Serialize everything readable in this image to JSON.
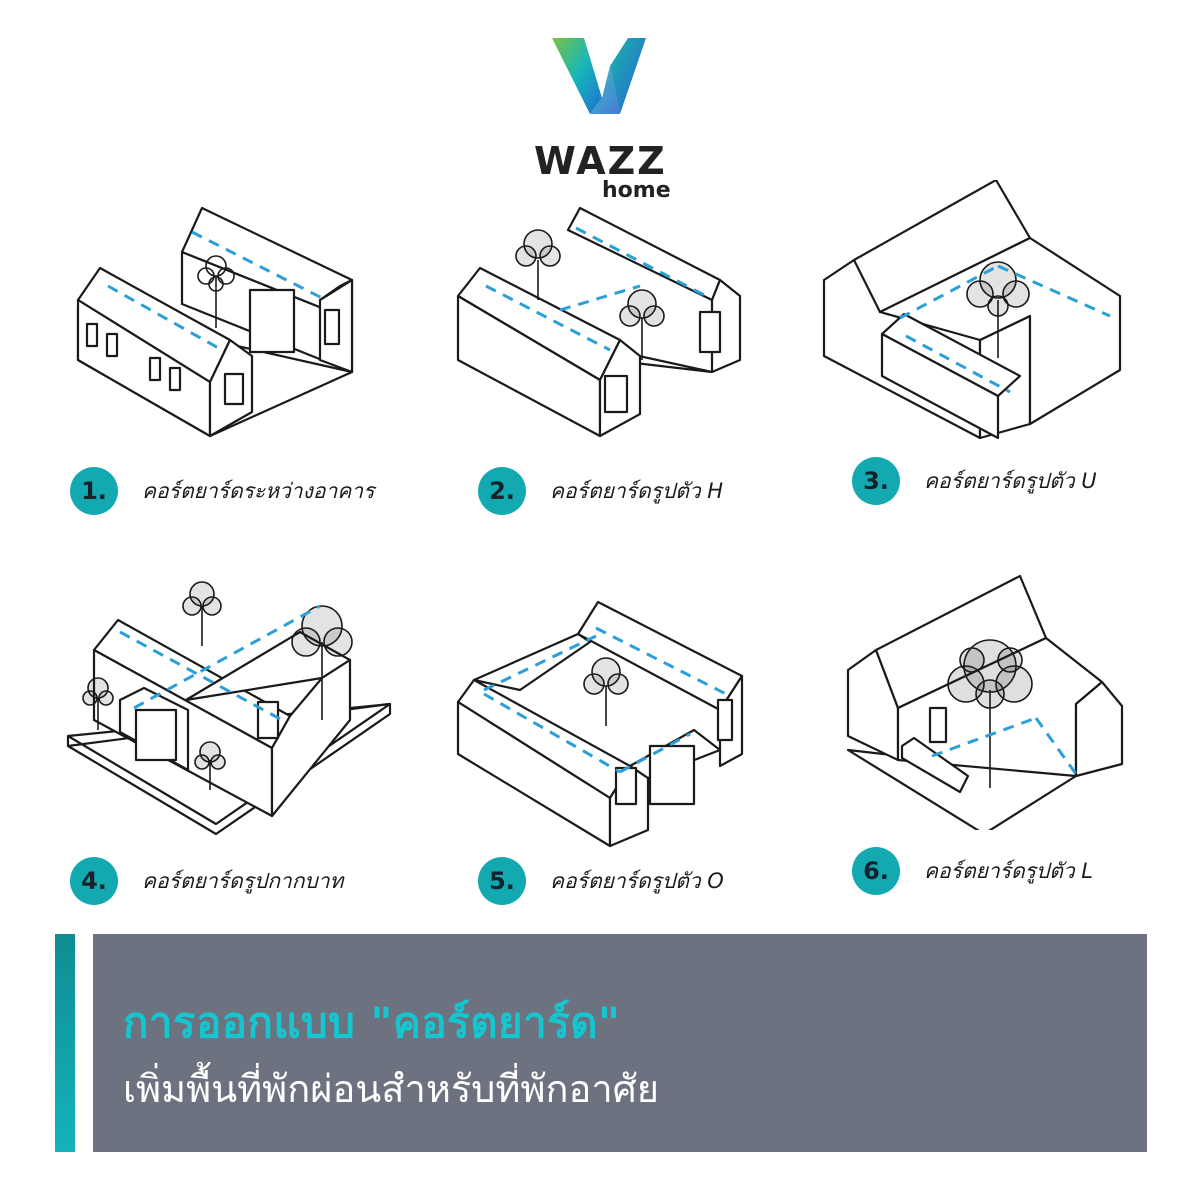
{
  "brand": {
    "name": "WAZZ",
    "sub": "home"
  },
  "items": [
    {
      "number": "1.",
      "label": "คอร์ตยาร์ดระหว่างอาคาร"
    },
    {
      "number": "2.",
      "label": "คอร์ตยาร์ดรูปตัว H"
    },
    {
      "number": "3.",
      "label": "คอร์ตยาร์ดรูปตัว U"
    },
    {
      "number": "4.",
      "label": "คอร์ตยาร์ดรูปกากบาท"
    },
    {
      "number": "5.",
      "label": "คอร์ตยาร์ดรูปตัว O"
    },
    {
      "number": "6.",
      "label": "คอร์ตยาร์ดรูปตัว L"
    }
  ],
  "banner": {
    "title": "การออกแบบ \"คอร์ตยาร์ด\"",
    "subtitle": "เพิ่มพื้นที่พักผ่อนสำหรับที่พักอาศัย"
  },
  "colors": {
    "accent": "#13a9b1",
    "dash": "#2b9fd8",
    "panel": "#6d7281",
    "title": "#14c6d0"
  }
}
